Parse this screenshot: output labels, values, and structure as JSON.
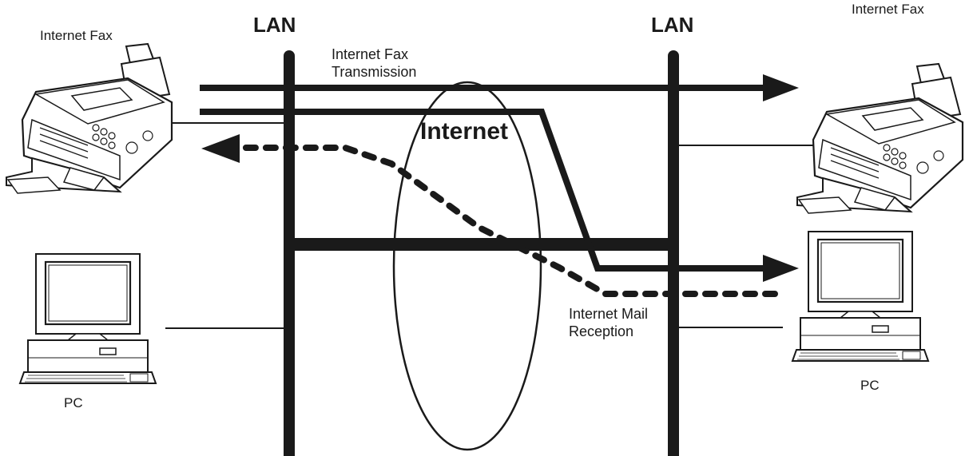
{
  "labels": {
    "lan_left": "LAN",
    "lan_right": "LAN",
    "internet": "Internet",
    "fax_left": "Internet Fax",
    "fax_right": "Internet Fax",
    "pc_left": "PC",
    "pc_right": "PC",
    "fax_tx_line1": "Internet Fax",
    "fax_tx_line2": "Transmission",
    "mail_rx_line1": "Internet Mail",
    "mail_rx_line2": "Reception"
  },
  "colors": {
    "ink": "#1a1a1a",
    "screen": "#ffffff"
  },
  "icons": [
    "fax-machine-icon",
    "pc-icon"
  ]
}
